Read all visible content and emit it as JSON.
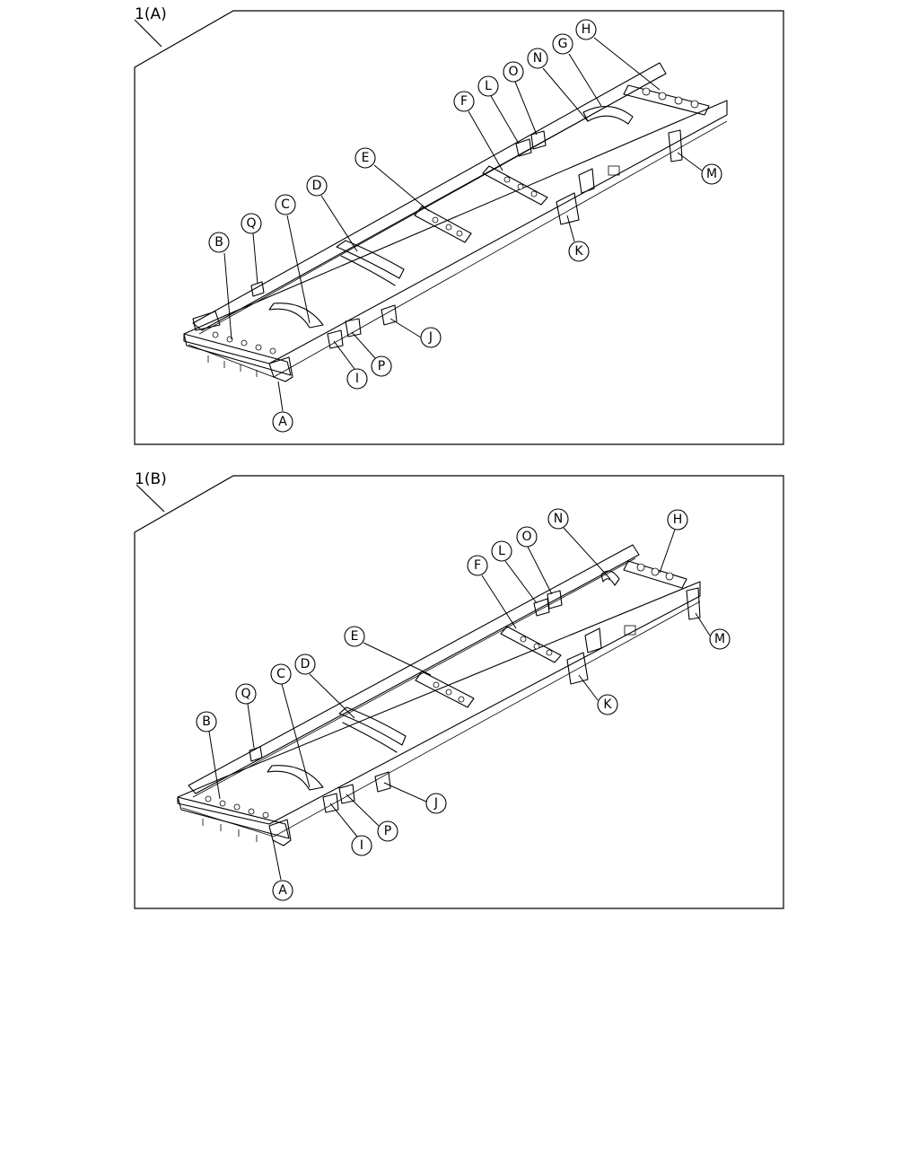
{
  "panels": [
    {
      "title": "1(A)",
      "callouts": [
        "A",
        "B",
        "C",
        "D",
        "E",
        "F",
        "G",
        "H",
        "I",
        "J",
        "K",
        "L",
        "M",
        "N",
        "O",
        "P",
        "Q"
      ]
    },
    {
      "title": "1(B)",
      "callouts": [
        "A",
        "B",
        "C",
        "D",
        "E",
        "F",
        "H",
        "I",
        "J",
        "K",
        "L",
        "M",
        "N",
        "O",
        "P",
        "Q"
      ]
    }
  ]
}
